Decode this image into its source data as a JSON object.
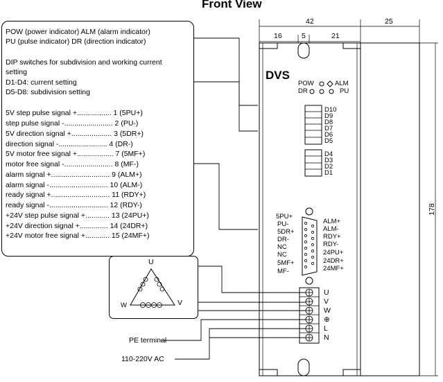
{
  "title": "Front View",
  "dimensions": {
    "width_total": "42",
    "col_left": "16",
    "col_mid": "5",
    "col_right": "21",
    "side": "25",
    "height": "178"
  },
  "callout": {
    "line1": "POW (power indicator)   ALM (alarm indicator)",
    "line2": "PU (pulse indicator)    DR (direction indicator)",
    "dip1": "DIP switches for subdivision and working current",
    "dip2": "setting",
    "dip3": "D1-D4: current setting",
    "dip4": "D5-D8: subdivision setting",
    "signals": [
      "5V step pulse signal +................. 1 (5PU+)",
      "step pulse signal -........................ 2 (PU-)",
      "5V direction signal +.................... 3 (5DR+)",
      "direction signal -........................ 4 (DR-)",
      "5V motor free signal +.................. 7 (5MF+)",
      "motor free signal -........................ 8 (MF-)",
      "alarm signal +............................. 9 (ALM+)",
      "alarm signal -............................. 10 (ALM-)",
      "ready signal +............................. 11 (RDY+)",
      "ready signal -............................. 12 (RDY-)",
      "+24V step pulse signal +............ 13 (24PU+)",
      "+24V direction signal +.............. 14 (24DR+)",
      "+24V motor free signal +............ 15 (24MF+)"
    ]
  },
  "driver": {
    "name": "DVS",
    "pow": "POW",
    "alm": "ALM",
    "dr": "DR",
    "pu": "PU",
    "dip_labels": [
      "D10",
      "D9",
      "D8",
      "D7",
      "D6",
      "D5",
      "D4",
      "D3",
      "D2",
      "D1"
    ],
    "conn_left": [
      "5PU+",
      "PU-",
      "5DR+",
      "DR-",
      "NC",
      "NC",
      "5MF+",
      "MF-"
    ],
    "conn_right": [
      "ALM+",
      "ALM-",
      "RDY+",
      "RDY-",
      "24PU+",
      "24DR+",
      "24MF+"
    ],
    "terminals": [
      "U",
      "V",
      "W",
      "⊕",
      "L",
      "N"
    ]
  },
  "motor": {
    "u": "U",
    "v": "V",
    "w": "W"
  },
  "labels": {
    "pe": "PE terminal",
    "power": "110-220V AC"
  }
}
